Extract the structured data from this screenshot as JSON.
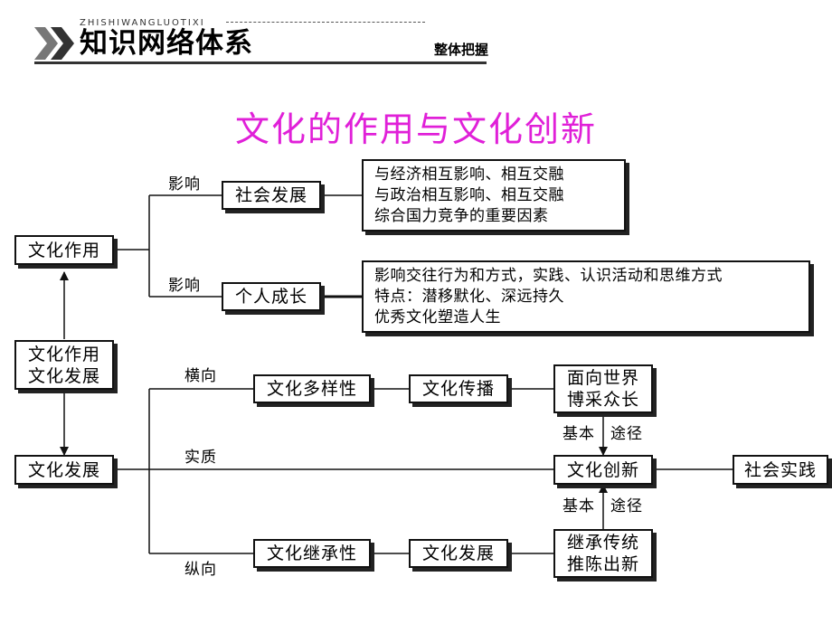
{
  "header": {
    "pinyin": "ZHISHIWANGLUOTIXI",
    "title": "知识网络体系",
    "subtitle": "整体把握"
  },
  "diagram": {
    "title": "文化的作用与文化创新",
    "nodes": {
      "culture_role": "文化作用",
      "role_dev_1": "文化作用",
      "role_dev_2": "文化发展",
      "culture_dev": "文化发展",
      "social_dev": "社会发展",
      "personal_growth": "个人成长",
      "diversity": "文化多样性",
      "transmission": "文化传播",
      "world_1": "面向世界",
      "world_2": "博采众长",
      "innovation": "文化创新",
      "practice": "社会实践",
      "inherit": "文化继承性",
      "culture_dev_2": "文化发展",
      "inherit_new_1": "继承传统",
      "inherit_new_2": "推陈出新"
    },
    "social_desc": [
      "与经济相互影响、相互交融",
      "与政治相互影响、相互交融",
      "综合国力竞争的重要因素"
    ],
    "personal_desc": [
      "影响交往行为和方式，实践、认识活动和思维方式",
      "特点：潜移默化、深远持久",
      "优秀文化塑造人生"
    ],
    "labels": {
      "influence_top": "影响",
      "influence_bottom": "影响",
      "horizontal": "横向",
      "essence": "实质",
      "vertical": "纵向",
      "basic_top": "基本",
      "path_top": "途径",
      "basic_bottom": "基本",
      "path_bottom": "途径"
    }
  }
}
